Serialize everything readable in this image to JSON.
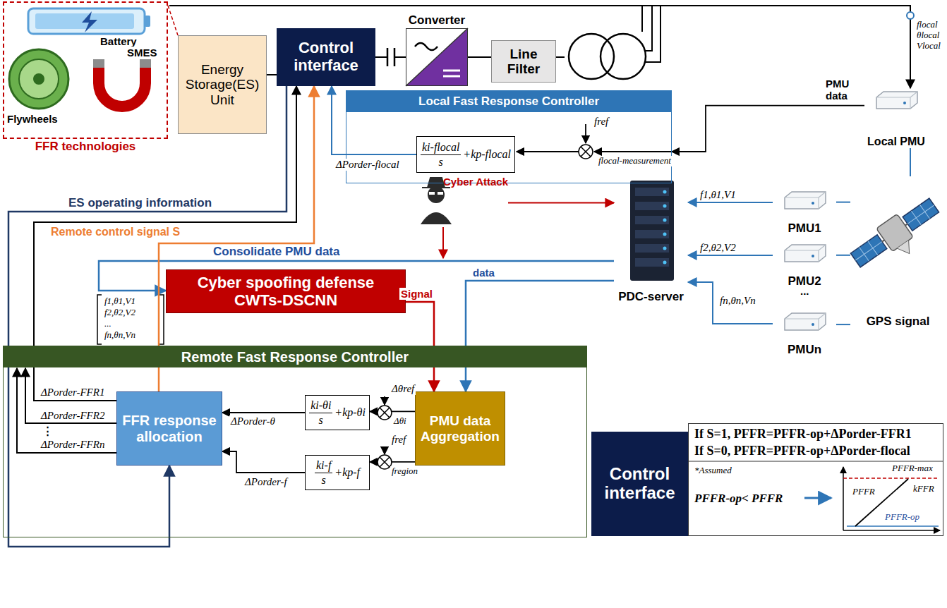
{
  "diagram": {
    "nodes": [
      {
        "text": [
          "FFR technologies"
        ]
      },
      {
        "text": [
          "Energy Storage(ES) Unit"
        ]
      },
      {
        "text": [
          "Control interface"
        ]
      },
      {
        "text": [
          "Converter"
        ]
      },
      {
        "text": [
          "Line Filter"
        ]
      },
      {
        "text": [
          "Transformer"
        ]
      },
      {
        "text": [
          "Local Fast Response Controller"
        ]
      },
      {
        "text": [
          "ki-flocal",
          "s",
          "+kp-flocal"
        ],
        "in": 6
      },
      {
        "text": [
          "Local PMU"
        ]
      },
      {
        "text": [
          "Cyber Attack"
        ]
      },
      {
        "text": [
          "PDC-server"
        ]
      },
      {
        "text": [
          "PMU1"
        ]
      },
      {
        "text": [
          "PMU2"
        ]
      },
      {
        "text": [
          "PMUn"
        ]
      },
      {
        "text": [
          "GPS signal"
        ]
      },
      {
        "text": [
          "Cyber spoofing defense",
          "CWTs-DSCNN"
        ]
      },
      {
        "text": [
          "Remote Fast Response Controller"
        ]
      },
      {
        "text": [
          "FFR response allocation"
        ],
        "in": 16
      },
      {
        "text": [
          "ki-θi",
          "s",
          "+kp-θi"
        ],
        "in": 16
      },
      {
        "text": [
          "ki-f",
          "s",
          "+kp-f"
        ],
        "in": 16
      },
      {
        "text": [
          "PMU data Aggregation"
        ],
        "in": 16
      },
      {
        "text": [
          "Control interface"
        ]
      },
      {
        "text": [
          "If S=1, PFFR=PFFR-op+ΔPorder-FFR1",
          "If S=0, PFFR=PFFR-op+ΔPorder-flocal",
          "*Assumed",
          "PFFR-op< PFFR"
        ]
      }
    ],
    "edges": [
      {
        "from": 0,
        "to": 1,
        "arrow": "none"
      },
      {
        "from": 1,
        "to": 2,
        "arrow": "none"
      },
      {
        "from": 2,
        "to": 3,
        "arrow": "none"
      },
      {
        "from": 3,
        "to": 4,
        "arrow": "none"
      },
      {
        "from": 4,
        "to": 5,
        "arrow": "none"
      },
      {
        "from": 5,
        "to": 8,
        "label": "flocal θlocal Vlocal",
        "arrow": "to"
      },
      {
        "from": 8,
        "to": 6,
        "label": "PMU data",
        "arrow": "to"
      },
      {
        "from": 7,
        "to": 2,
        "label": "ΔPorder-flocal",
        "arrow": "to"
      },
      {
        "from": 14,
        "to": 8,
        "arrow": "none"
      },
      {
        "from": 14,
        "to": 11,
        "arrow": "none"
      },
      {
        "from": 14,
        "to": 12,
        "arrow": "none"
      },
      {
        "from": 14,
        "to": 13,
        "arrow": "none"
      },
      {
        "from": 11,
        "to": 10,
        "label": "f1,θ1,V1",
        "arrow": "to"
      },
      {
        "from": 12,
        "to": 10,
        "label": "f2,θ2,V2",
        "arrow": "to"
      },
      {
        "from": 13,
        "to": 10,
        "label": "fn,θn,Vn",
        "arrow": "to"
      },
      {
        "from": 9,
        "to": 10,
        "arrow": "to"
      },
      {
        "from": 10,
        "to": 15,
        "label": "Consolidate PMU data",
        "arrow": "to"
      },
      {
        "from": 10,
        "to": 20,
        "label": "data",
        "arrow": "to"
      },
      {
        "from": 15,
        "to": 20,
        "label": "Signal",
        "arrow": "to"
      },
      {
        "from": 20,
        "to": 18,
        "label": "Δθi",
        "arrow": "to"
      },
      {
        "from": 20,
        "to": 19,
        "label": "fregion",
        "arrow": "to"
      },
      {
        "from": 18,
        "to": 17,
        "label": "ΔPorder-θ",
        "arrow": "to"
      },
      {
        "from": 19,
        "to": 17,
        "label": "ΔPorder-f",
        "arrow": "to"
      },
      {
        "from": 17,
        "to": 2,
        "label": "ΔPorder-FFR1",
        "arrow": "to"
      },
      {
        "from": 17,
        "to": 2,
        "label": "Remote control signal S",
        "arrow": "to"
      },
      {
        "from": 2,
        "to": 17,
        "label": "ES operating information",
        "arrow": "to"
      }
    ],
    "labels": [
      "Battery",
      "Flywheels",
      "SMES",
      "fref",
      "flocal-measurement",
      "f1,θ1,V1",
      "f2,θ2,V2",
      "...",
      "fn,θn,Vn",
      "...",
      "Δθref",
      "fref",
      "ΔPorder-FFR2",
      "⋮",
      "ΔPorder-FFRn",
      "PFFR-max",
      "kFFR",
      "PFFR",
      "PFFR-op"
    ]
  }
}
